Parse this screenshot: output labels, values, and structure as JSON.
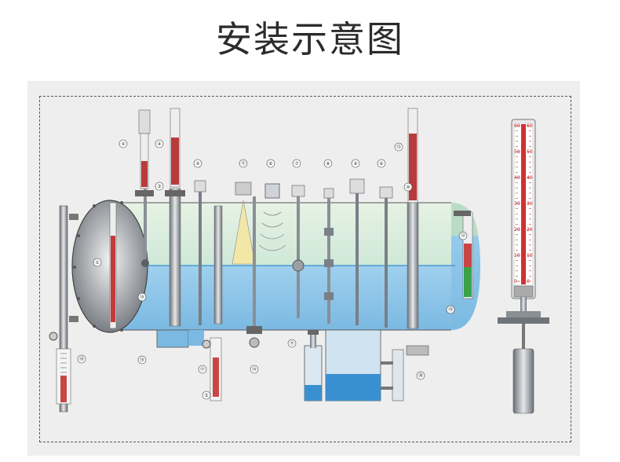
{
  "title": "安装示意图",
  "callouts": [
    "①",
    "④",
    "④",
    "④",
    "⑪",
    "⑥",
    "⑦",
    "⑧",
    "⑨",
    "⑥",
    "⑬",
    "⑮",
    "⑫",
    "⑯",
    "⑰",
    "⑭",
    "⑪",
    "⑳",
    "⑮",
    "⑲",
    "⑩",
    "③",
    "⑤"
  ],
  "gauge_scale": {
    "left_ticks": [
      "0",
      "10",
      "20",
      "30",
      "40",
      "50",
      "60"
    ],
    "right_ticks": [
      "0",
      "10",
      "20",
      "30",
      "40",
      "50",
      "60"
    ]
  },
  "colors": {
    "vapor": "#d8ecd8",
    "liquid": "#8cc4e8",
    "liquid_dark": "#3a8fd0",
    "steel": "#8a8f96",
    "gauge_red": "#d23030"
  }
}
